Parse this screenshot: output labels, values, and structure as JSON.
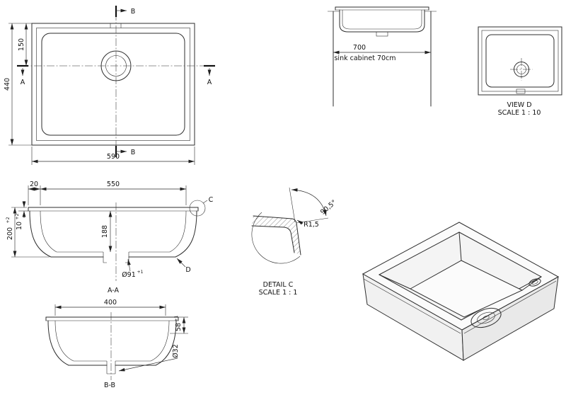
{
  "drawing": {
    "plan": {
      "dim_width": "590",
      "dim_height": "440",
      "dim_drain_offset": "150",
      "label_b": "B",
      "label_a": "A"
    },
    "front": {
      "dim_width": "700",
      "caption": "sink cabinet 70cm"
    },
    "view_d": {
      "title": "VIEW D",
      "scale": "SCALE 1 : 10"
    },
    "section_aa": {
      "title": "A-A",
      "dim_opening": "550",
      "dim_flange": "20",
      "dim_depth": "188",
      "dim_height": "200",
      "dim_height_tol": "+2",
      "dim_rim": "10",
      "dim_rim_tol": "+2",
      "dim_drain": "Ø91",
      "dim_drain_tol": "+1",
      "label_c": "C",
      "label_d": "D"
    },
    "detail_c": {
      "title": "DETAIL C",
      "scale": "SCALE 1 : 1",
      "dim_radius": "R1,5",
      "dim_angle": "90,5°"
    },
    "section_bb": {
      "title": "B-B",
      "dim_width": "400",
      "dim_depth": "58",
      "dim_depth_tol": "+1",
      "dim_drain": "Ø32"
    }
  }
}
